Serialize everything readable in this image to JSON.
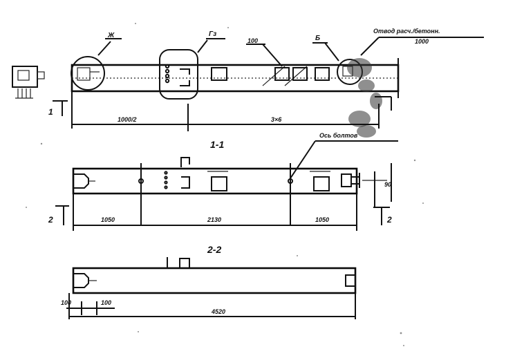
{
  "colors": {
    "ink": "#111111",
    "paper": "#ffffff",
    "smudge": "#333333"
  },
  "top_view": {
    "callout_zh": "Ж",
    "callout_g": "Гз",
    "callout_mid": "100",
    "callout_e": "Б",
    "note_line1": "Отвод расч./бетонн.",
    "note_line2": "1000",
    "section_mark": "1",
    "dim_left": "1000/2",
    "dim_right": "3×6"
  },
  "section_1": {
    "title": "1-1",
    "note": "Ось болтов",
    "section_mark_left": "2",
    "section_mark_right": "2",
    "dim_a": "1050",
    "dim_b": "2130",
    "dim_c": "1050",
    "side_dim": "90"
  },
  "section_2": {
    "title": "2-2",
    "dim_small_1": "100",
    "dim_small_2": "100",
    "dim_total": "4520"
  }
}
